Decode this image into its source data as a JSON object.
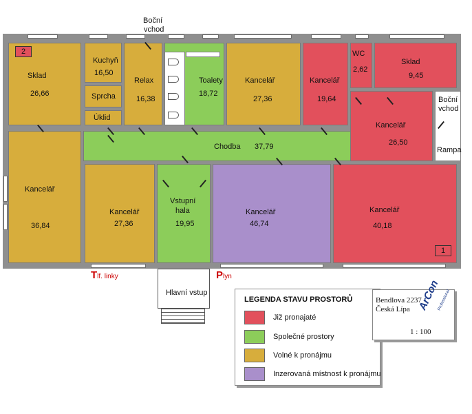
{
  "labels": {
    "side_entrance_top": [
      "Boční",
      "vchod"
    ],
    "side_entrance_right": [
      "Boční",
      "vchod"
    ],
    "ramp": "Rampa",
    "main_entrance": "Hlavní vstup",
    "phone_lines_initial": "T",
    "phone_lines_rest": "lf. linky",
    "gas_initial": "P",
    "gas_rest": "lyn"
  },
  "badges": {
    "top_left": "2",
    "bottom_right": "1"
  },
  "rooms": {
    "sklad_left": {
      "name": "Sklad",
      "area": "26,66",
      "status": "free"
    },
    "kuchyn": {
      "name": "Kuchyň",
      "area": "16,50",
      "status": "free"
    },
    "sprcha": {
      "name": "Sprcha",
      "status": "free"
    },
    "uklid": {
      "name": "Úklid",
      "status": "free"
    },
    "relax": {
      "name": "Relax",
      "area": "16,38",
      "status": "free"
    },
    "toalety": {
      "name": "Toalety",
      "area": "18,72",
      "status": "common"
    },
    "kancelar_top_mid": {
      "name": "Kancelář",
      "area": "27,36",
      "status": "free"
    },
    "kancelar_top_red": {
      "name": "Kancelář",
      "area": "19,64",
      "status": "rented"
    },
    "wc": {
      "name": "WC",
      "area": "2,62",
      "status": "rented"
    },
    "sklad_right": {
      "name": "Sklad",
      "area": "9,45",
      "status": "rented"
    },
    "kancelar_right_mid": {
      "name": "Kancelář",
      "area": "26,50",
      "status": "rented"
    },
    "chodba": {
      "name": "Chodba",
      "area": "37,79",
      "status": "common"
    },
    "kancelar_left": {
      "name": "Kancelář",
      "area": "36,84",
      "status": "free"
    },
    "kancelar_bottom_left": {
      "name": "Kancelář",
      "area": "27,36",
      "status": "free"
    },
    "vstupni_hala": {
      "name": "Vstupní hala",
      "name_lines": [
        "Vstupní",
        "hala"
      ],
      "area": "19,95",
      "status": "common"
    },
    "kancelar_purple": {
      "name": "Kancelář",
      "area": "46,74",
      "status": "listed"
    },
    "kancelar_bottom_right": {
      "name": "Kancelář",
      "area": "40,18",
      "status": "rented"
    }
  },
  "legend": {
    "title": "LEGENDA STAVU PROSTORŮ",
    "items": [
      {
        "label": "Již pronajaté",
        "color": "#e2505c"
      },
      {
        "label": "Společné prostory",
        "color": "#8ccd5a"
      },
      {
        "label": "Volné k pronájmu",
        "color": "#d7ad3c"
      },
      {
        "label": "Inzerovaná místnost k pronájmu",
        "color": "#a98fcb"
      }
    ]
  },
  "title_block": {
    "address_line1": "Bendlova 2237",
    "address_line2": "Česká Lípa",
    "scale": "1 : 100",
    "logo": "ArCon",
    "logo_sub": "Professional"
  }
}
